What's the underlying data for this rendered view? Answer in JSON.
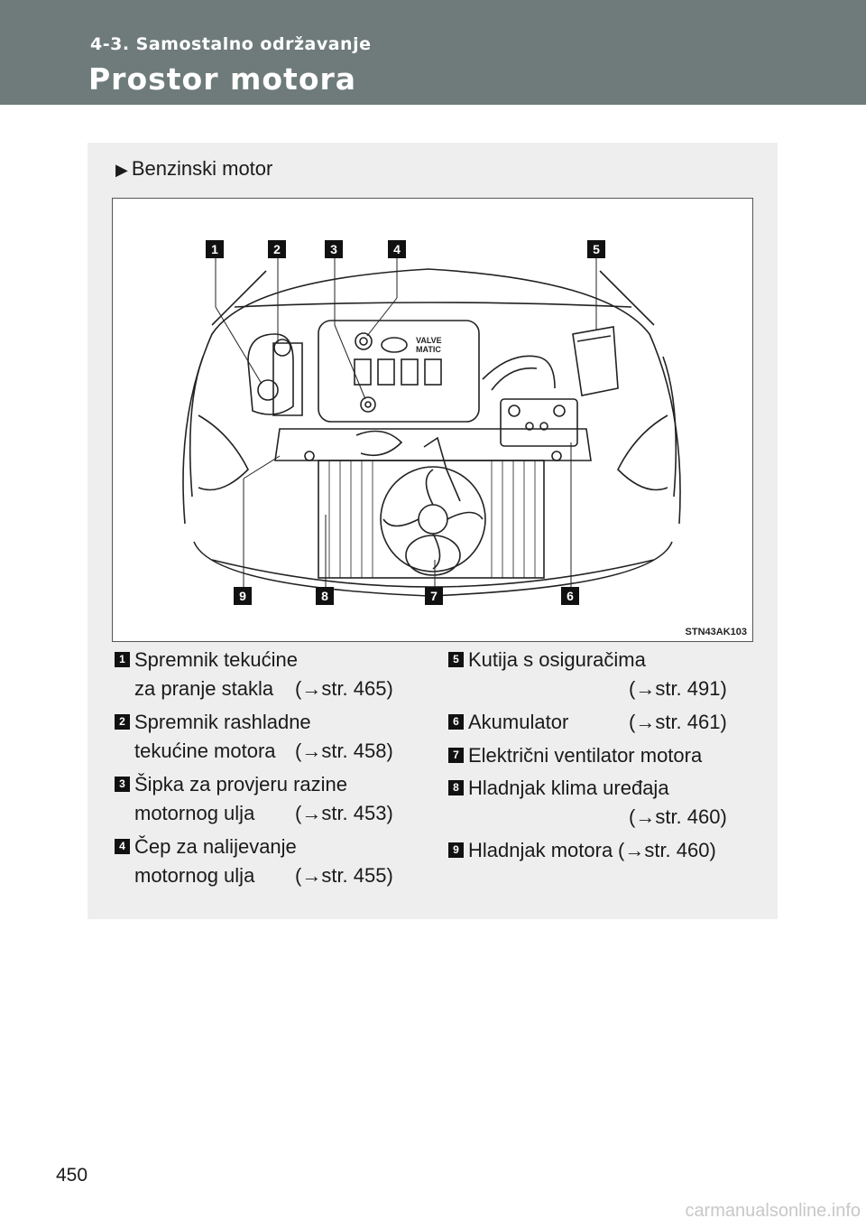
{
  "header": {
    "section": "4-3. Samostalno održavanje",
    "title": "Prostor motora"
  },
  "panel": {
    "subheading": "Benzinski motor",
    "figure_code": "STN43AK103",
    "callouts": [
      "1",
      "2",
      "3",
      "4",
      "5",
      "6",
      "7",
      "8",
      "9"
    ]
  },
  "items_left": [
    {
      "num": "1",
      "line1": "Spremnik tekućine",
      "line2": "za pranje stakla",
      "ref": "(→str. 465)"
    },
    {
      "num": "2",
      "line1": "Spremnik rashladne",
      "line2": "tekućine motora",
      "ref": "(→str. 458)"
    },
    {
      "num": "3",
      "line1": "Šipka za provjeru razine",
      "line2": "motornog ulja",
      "ref": "(→str. 453)"
    },
    {
      "num": "4",
      "line1": "Čep za nalijevanje",
      "line2": "motornog ulja",
      "ref": "(→str. 455)"
    }
  ],
  "items_right": [
    {
      "num": "5",
      "line1": "Kutija s osiguračima",
      "ref": "(→str. 491)"
    },
    {
      "num": "6",
      "line1": "Akumulator",
      "ref": "(→str. 461)"
    },
    {
      "num": "7",
      "line1": "Električni ventilator motora"
    },
    {
      "num": "8",
      "line1": "Hladnjak klima uređaja",
      "ref": "(→str. 460)"
    },
    {
      "num": "9",
      "line1": "Hladnjak motora",
      "ref": "(→str. 460)"
    }
  ],
  "footer": {
    "page_number": "450",
    "watermark": "carmanualsonline.info"
  }
}
